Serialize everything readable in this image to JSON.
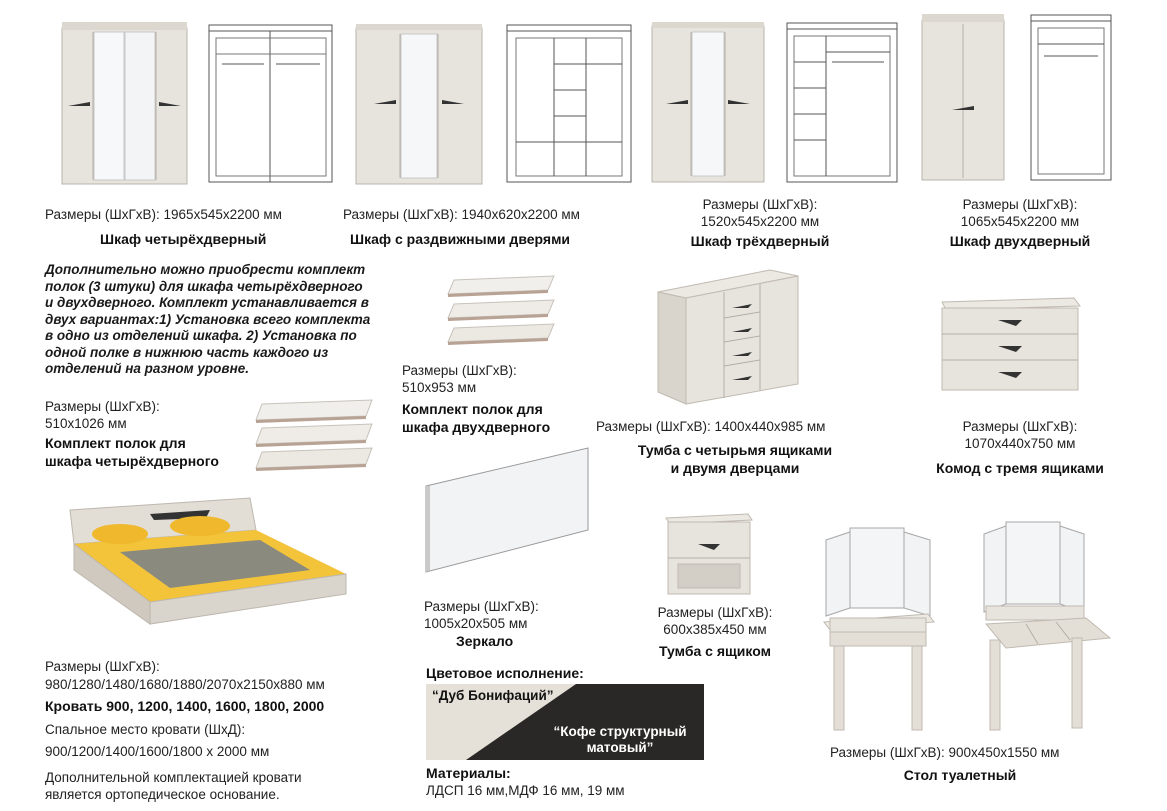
{
  "wardrobe4": {
    "dims": "Размеры (ШхГхВ): 1965х545х2200 мм",
    "name": "Шкаф четырёхдверный"
  },
  "wardrobe_sliding": {
    "dims": "Размеры (ШхГхВ): 1940х620х2200 мм",
    "name": "Шкаф с раздвижными дверями"
  },
  "wardrobe3": {
    "dims_label": "Размеры (ШхГхВ):",
    "dims_value": "1520х545х2200 мм",
    "name": "Шкаф трёхдверный"
  },
  "wardrobe2": {
    "dims_label": "Размеры (ШхГхВ):",
    "dims_value": "1065х545х2200 мм",
    "name": "Шкаф двухдверный"
  },
  "shelves_note": {
    "lines": [
      "Дополнительно можно приобрести комплект",
      "полок (3 штуки) для шкафа четырёхдверного",
      "и двухдверного. Комплект устанавливается в",
      "двух вариантах:1) Установка всего комплекта",
      "в одно из отделений шкафа. 2) Установка по",
      "одной полке в нижнюю часть каждого из",
      "отделений на разном уровне."
    ]
  },
  "shelves4": {
    "dims_label": "Размеры (ШхГхВ):",
    "dims_value": "510х1026 мм",
    "name_line1": "Комплект полок для",
    "name_line2": "шкафа четырёхдверного"
  },
  "shelves2": {
    "dims_label": "Размеры (ШхГхВ):",
    "dims_value": "510х953 мм",
    "name_line1": "Комплект полок для",
    "name_line2": "шкафа двухдверного"
  },
  "cabinet": {
    "dims": "Размеры (ШхГхВ): 1400х440х985 мм",
    "name_line1": "Тумба с четырьмя ящиками",
    "name_line2": "и двумя дверцами"
  },
  "dresser": {
    "dims_label": "Размеры (ШхГхВ):",
    "dims_value": "1070х440х750 мм",
    "name": "Комод с тремя ящиками"
  },
  "bed": {
    "dims_label": "Размеры (ШхГхВ):",
    "dims_value": "980/1280/1480/1680/1880/2070х2150х880 мм",
    "name": "Кровать 900, 1200, 1400, 1600, 1800, 2000",
    "sleep_label": "Спальное место кровати (ШхД):",
    "sleep_value": "900/1200/1400/1600/1800 х 2000 мм",
    "extra_line1": "Дополнительной комплектацией кровати",
    "extra_line2": "является ортопедическое основание."
  },
  "mirror": {
    "dims_label": "Размеры (ШхГхВ):",
    "dims_value": "1005х20х505 мм",
    "name": "Зеркало"
  },
  "nightstand": {
    "dims_label": "Размеры (ШхГхВ):",
    "dims_value": "600х385х450 мм",
    "name": "Тумба с ящиком"
  },
  "colors": {
    "heading": "Цветовое исполнение:",
    "light": "“Дуб Бонифаций”",
    "dark_line1": "“Кофе структурный",
    "dark_line2": "матовый”",
    "light_hex": "#e6e1d8",
    "dark_hex": "#2a2826"
  },
  "materials": {
    "heading": "Материалы:",
    "value": "ЛДСП 16 мм,МДФ 16 мм, 19 мм"
  },
  "vanity": {
    "dims": "Размеры (ШхГхВ): 900х450х1550 мм",
    "name": "Стол туалетный"
  }
}
